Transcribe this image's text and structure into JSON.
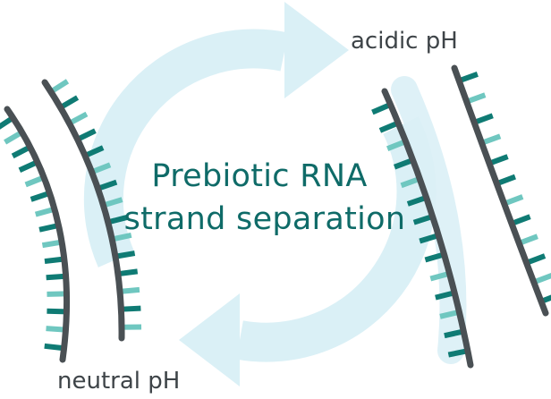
{
  "diagram": {
    "title_line1": "Prebiotic RNA",
    "title_line2": "strand separation",
    "label_acidic": "acidic pH",
    "label_neutral": "neutral pH"
  },
  "colors": {
    "backbone": "#4a5054",
    "base_dark": "#0f7b74",
    "base_light": "#6fc7c0",
    "cycle_arrow": "#daf0f6",
    "title": "#0f6b68",
    "label": "#3e4448"
  },
  "icons": {
    "left_strands": "rna-duplex-icon",
    "right_strands": "separated-rna-strands-icon",
    "cycle": "cycle-arrows-icon"
  }
}
